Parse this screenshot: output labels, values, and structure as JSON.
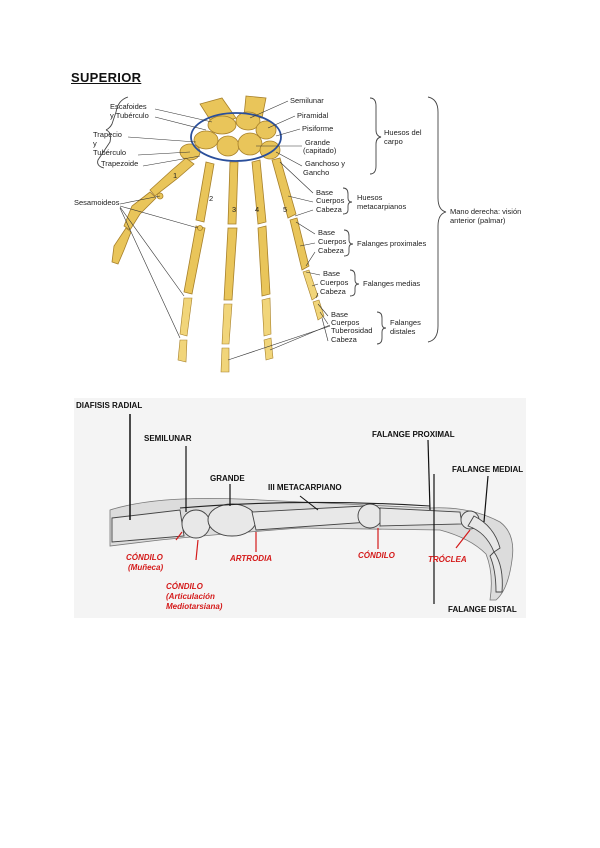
{
  "title": "SUPERIOR",
  "hand_labels": {
    "escafoides": "Escafoides",
    "tuberculo1": "y Tubérculo",
    "trapecio": "Trapecio",
    "y": "y",
    "tuberculo2": "Tubérculo",
    "trapezoide": "Trapezoide",
    "sesamoideos": "Sesamoideos",
    "semilunar": "Semilunar",
    "piramidal": "Piramidal",
    "pisiforme": "Pisiforme",
    "grande": "Grande",
    "capitado": "(capitado)",
    "ganchoso": "Ganchoso y",
    "gancho": "Gancho",
    "meta_base": "Base",
    "meta_cuerpos": "Cuerpos",
    "meta_cabeza": "Cabeza",
    "prox_base": "Base",
    "prox_cuerpos": "Cuerpos",
    "prox_cabeza": "Cabeza",
    "med_base": "Base",
    "med_cuerpos": "Cuerpos",
    "med_cabeza": "Cabeza",
    "dist_base": "Base",
    "dist_cuerpos": "Cuerpos",
    "dist_tuberosidad": "Tuberosidad",
    "dist_cabeza": "Cabeza",
    "finger_1": "1",
    "finger_2": "2",
    "finger_3": "3",
    "finger_4": "4",
    "finger_5": "5"
  },
  "groups": {
    "huesos_carpo_1": "Huesos del",
    "huesos_carpo_2": "carpo",
    "metacarpianos_1": "Huesos",
    "metacarpianos_2": "metacarpianos",
    "falanges_proximales": "Falanges proximales",
    "falanges_medias": "Falanges medias",
    "falanges_distales_1": "Falanges",
    "falanges_distales_2": "distales",
    "vista_1": "Mano derecha: visión",
    "vista_2": "anterior (palmar)"
  },
  "xray_labels": {
    "diafisis_radial": "DIAFISIS RADIAL",
    "semilunar": "SEMILUNAR",
    "grande": "GRANDE",
    "iii_metacarpiano": "III METACARPIANO",
    "falange_proximal": "FALANGE PROXIMAL",
    "falange_medial": "FALANGE MEDIAL",
    "falange_distal": "FALANGE DISTAL",
    "condilo_muneca_1": "CÓNDILO",
    "condilo_muneca_2": "(Muñeca)",
    "condilo_art_1": "CÓNDILO",
    "condilo_art_2": "(Articulación",
    "condilo_art_3": "Mediotarsiana)",
    "artrodia": "ARTRODIA",
    "condilo_3": "CÓNDILO",
    "troclea": "TRÓCLEA"
  },
  "colors": {
    "accent_red": "#d41a1a",
    "bone": "#e9c55a",
    "carpal_ring": "#2a4f9b"
  }
}
